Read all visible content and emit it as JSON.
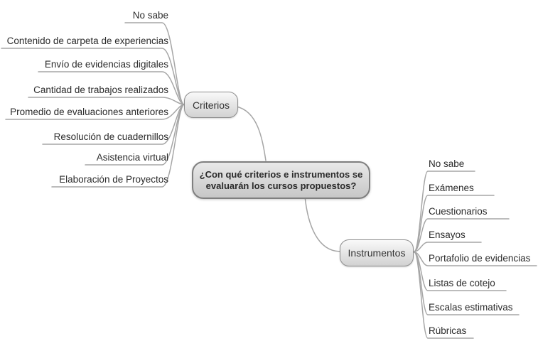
{
  "diagram": {
    "center": {
      "label": "¿Con qué criterios e instrumentos se evaluarán los cursos propuestos?",
      "line1": "¿Con qué criterios e instrumentos se",
      "line2": "evaluarán los cursos propuestos?"
    },
    "branches": [
      {
        "label": "Criterios",
        "side": "left",
        "items": [
          "No sabe",
          "Contenido de carpeta de experiencias",
          "Envío de evidencias digitales",
          "Cantidad de trabajos realizados",
          "Promedio de evaluaciones anteriores",
          "Resolución de cuadernillos",
          "Asistencia virtual",
          "Elaboración de Proyectos"
        ]
      },
      {
        "label": "Instrumentos",
        "side": "right",
        "items": [
          "No sabe",
          "Exámenes",
          "Cuestionarios",
          "Ensayos",
          "Portafolio de evidencias",
          "Listas de cotejo",
          "Escalas estimativas",
          "Rúbricas"
        ]
      }
    ],
    "colors": {
      "background": "#ffffff",
      "line": "#a6a6a6",
      "node_border": "#8e8e8e",
      "node_fill_top": "#f9f9f9",
      "node_fill_bottom": "#d2d2d2",
      "center_border": "#7f7f7f",
      "center_fill_top": "#e9e9e9",
      "center_fill_bottom": "#c7c7c7",
      "text": "#2b2b2b"
    }
  }
}
